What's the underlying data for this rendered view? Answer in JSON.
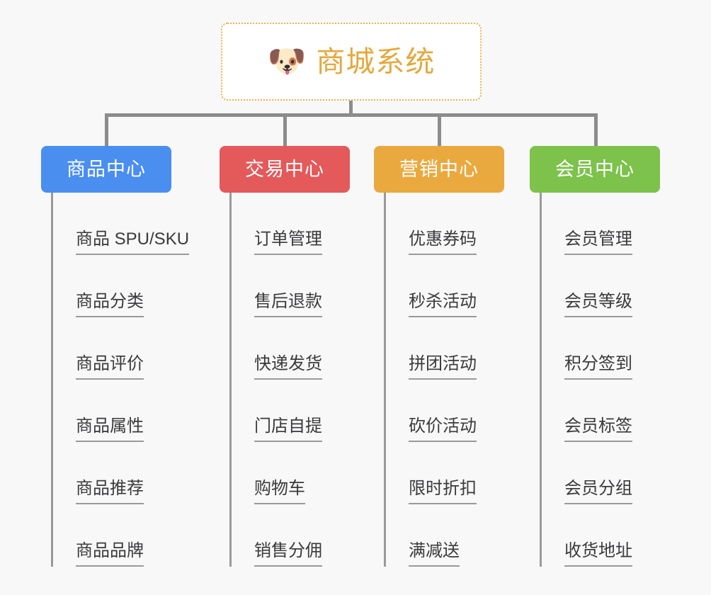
{
  "page": {
    "background_color": "#f8f8f9",
    "type": "org-chart",
    "line_color": "#8c8c8c"
  },
  "root": {
    "icon": "dog-face-emoji",
    "emoji": "🐶",
    "title": "商城系统",
    "title_color": "#e3a93e",
    "border_color": "#e9b24c",
    "background_color": "#ffffff"
  },
  "columns": [
    {
      "id": "product-center",
      "label": "商品中心",
      "color": "#4a8ef0",
      "items": [
        {
          "label": "商品 SPU/SKU"
        },
        {
          "label": "商品分类"
        },
        {
          "label": "商品评价"
        },
        {
          "label": "商品属性"
        },
        {
          "label": "商品推荐"
        },
        {
          "label": "商品品牌"
        }
      ]
    },
    {
      "id": "trade-center",
      "label": "交易中心",
      "color": "#e4595a",
      "items": [
        {
          "label": "订单管理"
        },
        {
          "label": "售后退款"
        },
        {
          "label": "快递发货"
        },
        {
          "label": "门店自提"
        },
        {
          "label": "购物车"
        },
        {
          "label": "销售分佣"
        }
      ]
    },
    {
      "id": "marketing-center",
      "label": "营销中心",
      "color": "#eaa93f",
      "items": [
        {
          "label": "优惠券码"
        },
        {
          "label": "秒杀活动"
        },
        {
          "label": "拼团活动"
        },
        {
          "label": "砍价活动"
        },
        {
          "label": "限时折扣"
        },
        {
          "label": "满减送"
        }
      ]
    },
    {
      "id": "member-center",
      "label": "会员中心",
      "color": "#7cc24b",
      "items": [
        {
          "label": "会员管理"
        },
        {
          "label": "会员等级"
        },
        {
          "label": "积分签到"
        },
        {
          "label": "会员标签"
        },
        {
          "label": "会员分组"
        },
        {
          "label": "收货地址"
        }
      ]
    }
  ]
}
